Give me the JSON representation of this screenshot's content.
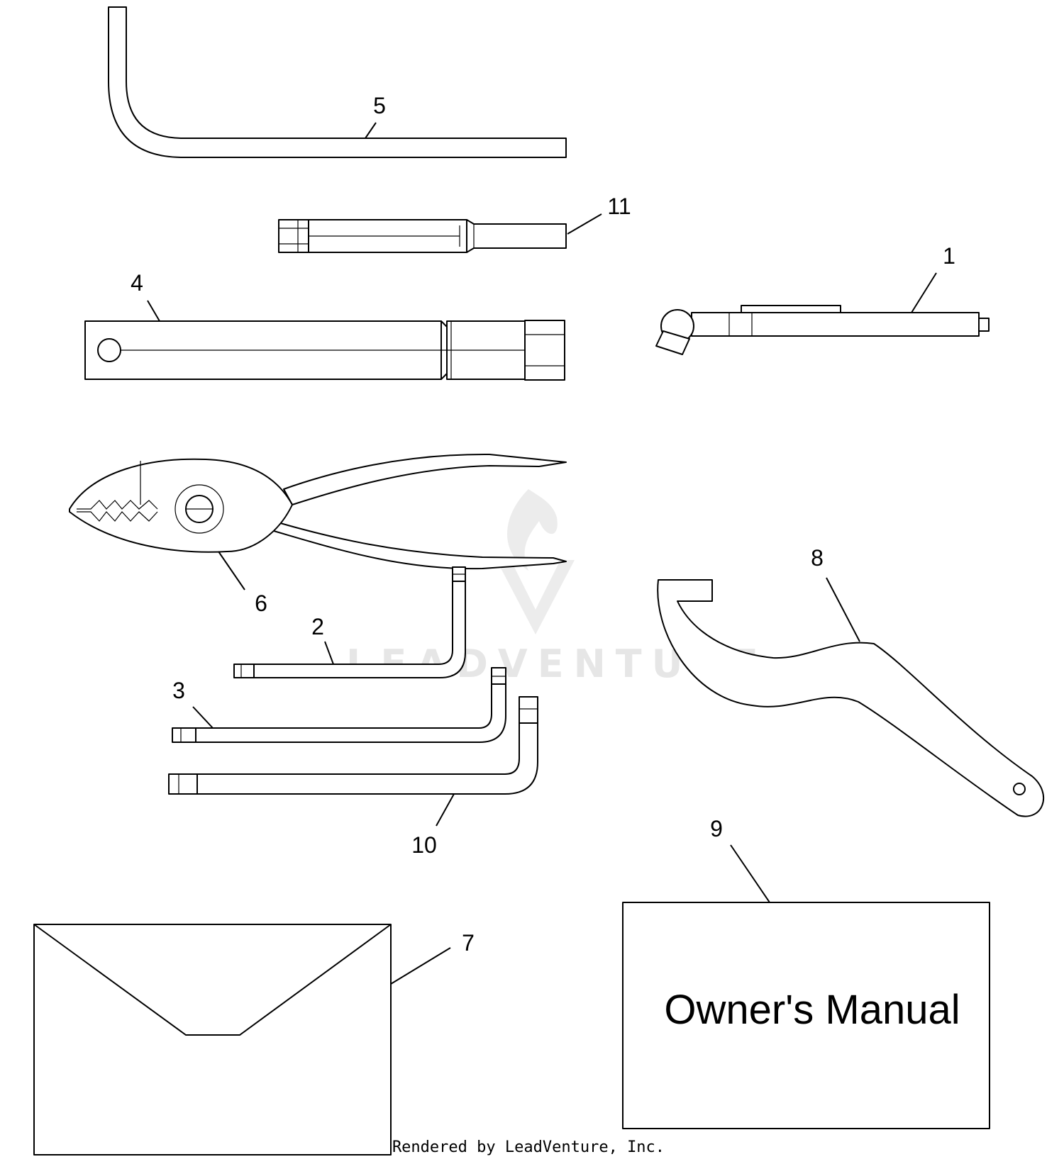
{
  "watermark": {
    "text": "LEADVENTURE",
    "color": "#e6e6e6",
    "icon": "flame-logo-icon"
  },
  "callouts": {
    "c1": "1",
    "c2": "2",
    "c3": "3",
    "c4": "4",
    "c5": "5",
    "c6": "6",
    "c7": "7",
    "c8": "8",
    "c9": "9",
    "c10": "10",
    "c11": "11"
  },
  "manual": {
    "title": "Owner's Manual"
  },
  "footer": {
    "text": "Rendered by LeadVenture, Inc."
  },
  "colors": {
    "line": "#000000",
    "background": "#ffffff"
  }
}
